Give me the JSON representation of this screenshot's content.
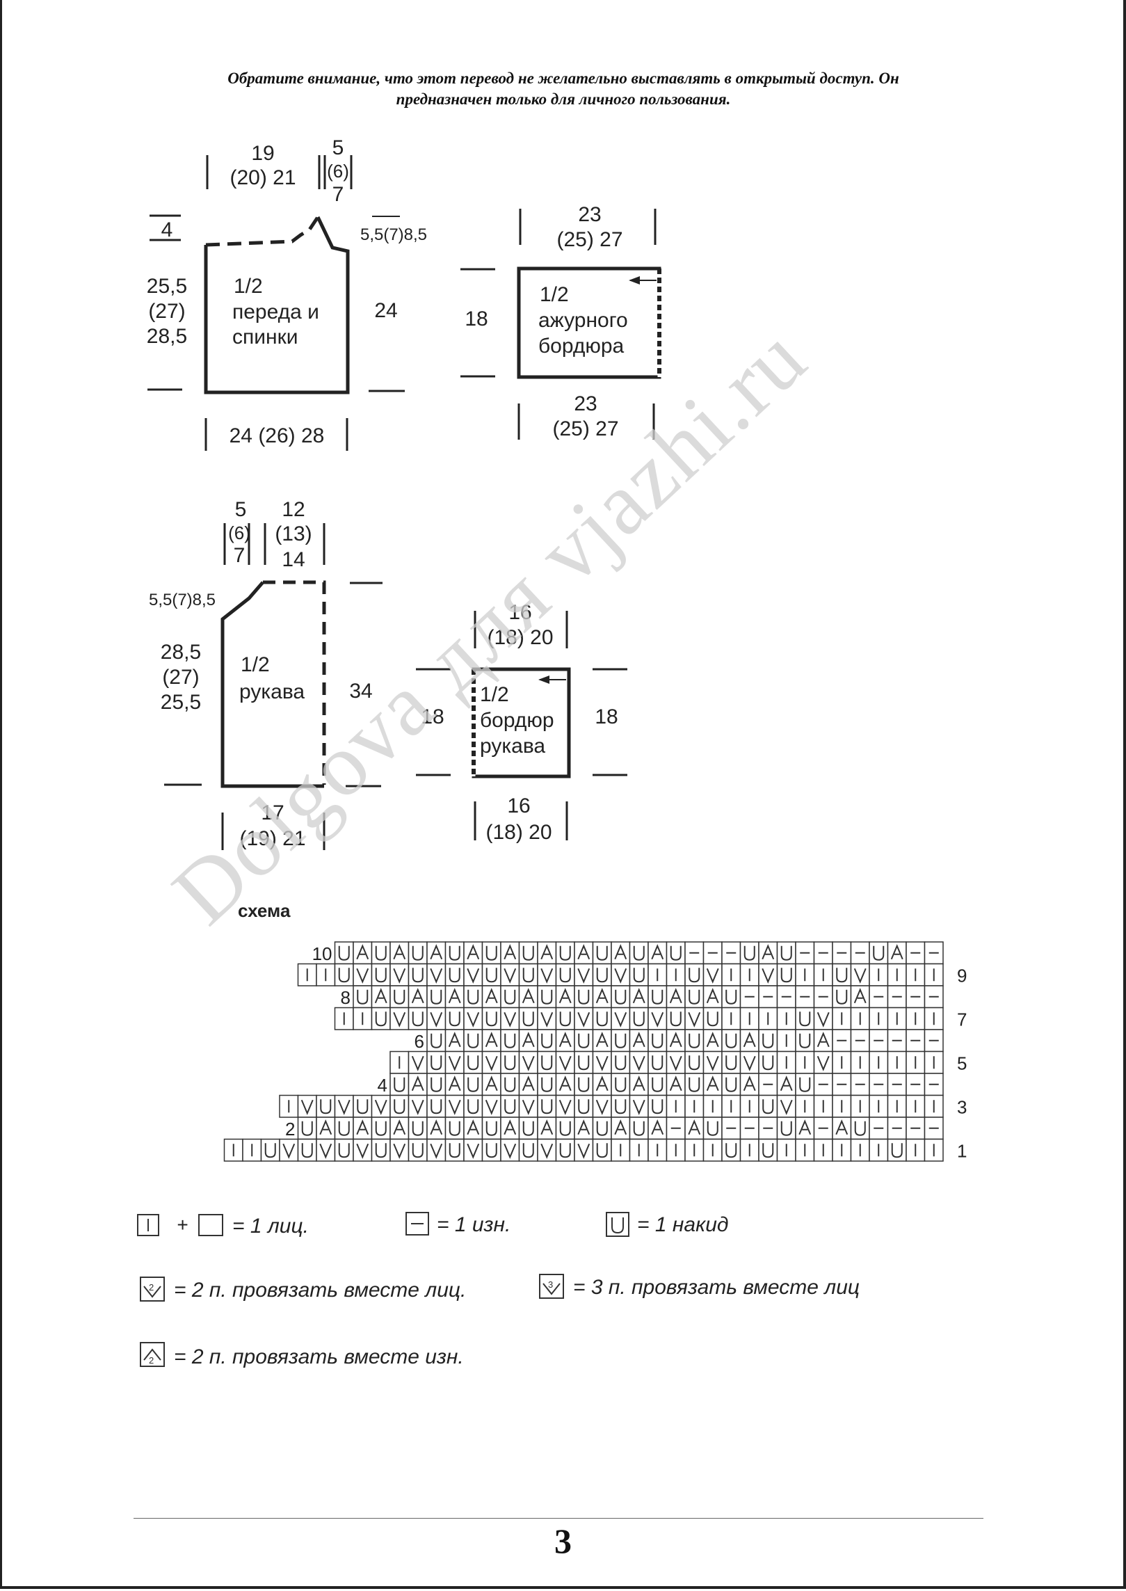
{
  "notice": {
    "line1": "Обратите внимание, что этот перевод не желательно выставлять в открытый доступ. Он",
    "line2": "предназначен только для личного пользования."
  },
  "watermark": "Dolgova для vjazhi.ru",
  "body_piece": {
    "top_width": [
      "19",
      "(20) 21"
    ],
    "shoulder": [
      "5",
      "(6)",
      "7"
    ],
    "left_drop": "4",
    "neck_depth": "5,5(7)8,5",
    "height": [
      "25,5",
      "(27)",
      "28,5"
    ],
    "side_height": "24",
    "label": [
      "1/2",
      "переда и",
      "спинки"
    ],
    "bottom_width": "24 (26) 28"
  },
  "lace_border": {
    "top_width": [
      "23",
      "(25) 27"
    ],
    "height": "18",
    "label": [
      "1/2",
      "ажурного",
      "бордюра"
    ],
    "bottom_width": [
      "23",
      "(25) 27"
    ]
  },
  "sleeve": {
    "top_left": [
      "5",
      "(6)",
      "7"
    ],
    "top_right": [
      "12",
      "(13)",
      "14"
    ],
    "cap": "5,5(7)8,5",
    "height": [
      "28,5",
      "(27)",
      "25,5"
    ],
    "side_height": "34",
    "label": [
      "1/2",
      "рукава"
    ],
    "bottom_width": [
      "17",
      "(19) 21"
    ]
  },
  "sleeve_border": {
    "top_width": [
      "16",
      "(18) 20"
    ],
    "left_height": "18",
    "right_height": "18",
    "label": [
      "1/2",
      "бордюр",
      "рукава"
    ],
    "bottom_width": [
      "16",
      "(18) 20"
    ]
  },
  "chart": {
    "title": "схема",
    "rows": [
      {
        "num": "10",
        "side": "left",
        "cells": "UAUAUAUAUAUAUAUAUAU---UAU----UA--"
      },
      {
        "num": "9",
        "side": "right",
        "cells": "IIUVUVUVUVUVUVUVUVUIIUVIIVUIIUVIIII"
      },
      {
        "num": "8",
        "side": "left",
        "cells": "UAUAUAUAUAUAUAUAUAUAU-----UA----"
      },
      {
        "num": "7",
        "side": "right",
        "cells": "IIUVUVUVUVUVUVUVUVUVUIIIIUVIIIIII"
      },
      {
        "num": "6",
        "side": "left",
        "cells": "UAUAUAUAUAUAUAUAUAUIUA------"
      },
      {
        "num": "5",
        "side": "right",
        "cells": "IVUVUVUVUVUVUVUVUVUVUIIVIIIIII"
      },
      {
        "num": "4",
        "side": "left",
        "cells": "UAUAUAUAUAUAUAUAUAUA-AU-------"
      },
      {
        "num": "3",
        "side": "right",
        "cells": "IVUVUVUVUVUVUVUVUVUVUIIIIIUVIIIIIIII"
      },
      {
        "num": "2",
        "side": "left",
        "cells": "UAUAUAUAUAUAUAUAUAUA-AU---UA-AU----"
      },
      {
        "num": "1",
        "side": "right",
        "cells": "IIUVUVUVUVUVUVUVUVUVUIIIIIIUIUIIIIIIUII"
      }
    ]
  },
  "legend": {
    "knit": "= 1 лиц.",
    "purl": "= 1 изн.",
    "yo": "= 1 накид",
    "k2tog": "= 2 п. провязать вместе лиц.",
    "k3tog": "= 3 п. провязать вместе лиц",
    "p2tog": "= 2 п. провязать вместе изн."
  },
  "page_number": "3"
}
